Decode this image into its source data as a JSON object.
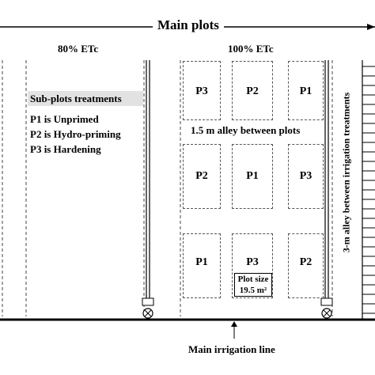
{
  "title": "Main plots",
  "treatments": {
    "etc_80": "80% ETc",
    "etc_100": "100% ETc"
  },
  "subplots": {
    "heading": "Sub-plots treatments",
    "items": [
      "P1 is Unprimed",
      "P2 is Hydro-priming",
      "P3 is Hardening"
    ]
  },
  "plots": {
    "rows": [
      [
        "P3",
        "P2",
        "P1"
      ],
      [
        "P2",
        "P1",
        "P3"
      ],
      [
        "P1",
        "P3",
        "P2"
      ]
    ]
  },
  "alley_between_plots": "1.5 m alley between plots",
  "alley_between_treatments": "3-m alley between irrigation treatments",
  "plot_size": {
    "label": "Plot size",
    "value": "19.5 m²"
  },
  "main_irrigation_line": "Main irrigation line"
}
